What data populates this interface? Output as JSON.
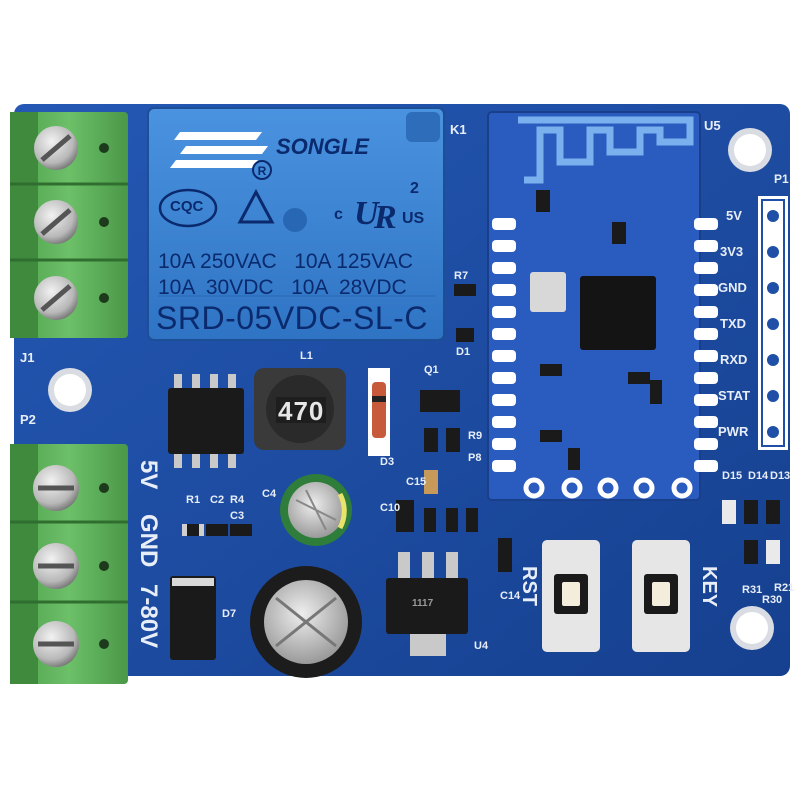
{
  "relay": {
    "brand": "SONGLE",
    "cert_cqc": "CQC",
    "ul_mark": "US",
    "ul_c": "c",
    "ul_num": "2",
    "rating_line1": "10A 250VAC   10A 125VAC",
    "rating_line2": "10A  30VDC   10A  28VDC",
    "model": "SRD-05VDC-SL-C",
    "ref": "K1"
  },
  "inductor_value": "470",
  "module_ref": "U5",
  "header": {
    "ref": "P1",
    "pins": [
      "5V",
      "3V3",
      "GND",
      "TXD",
      "RXD",
      "STAT",
      "PWR"
    ]
  },
  "power_terminal": {
    "ref": "P2",
    "labels": [
      "5V",
      "GND",
      "7-80V"
    ]
  },
  "relay_terminal_ref": "J1",
  "buttons": {
    "reset_label": "RST",
    "key_label": "KEY"
  },
  "silk": {
    "q1": "Q1",
    "d3": "D3",
    "r9": "R9",
    "p8": "P8",
    "c15": "C15",
    "c10": "C10",
    "l1": "L1",
    "c4": "C4",
    "r1": "R1",
    "c2": "C2",
    "r4": "R4",
    "c3": "C3",
    "u4": "U4",
    "c14": "C14",
    "r7": "R7",
    "d1": "D1",
    "d14": "D14",
    "d15": "D15",
    "d13": "D13",
    "r31": "R31",
    "r30": "R30",
    "r21": "R21",
    "d7": "D7",
    "reg_mark": "1117"
  },
  "colors": {
    "pcb": "#1f4fa6",
    "relay": "#3d86d6",
    "terminal": "#5db35a"
  }
}
